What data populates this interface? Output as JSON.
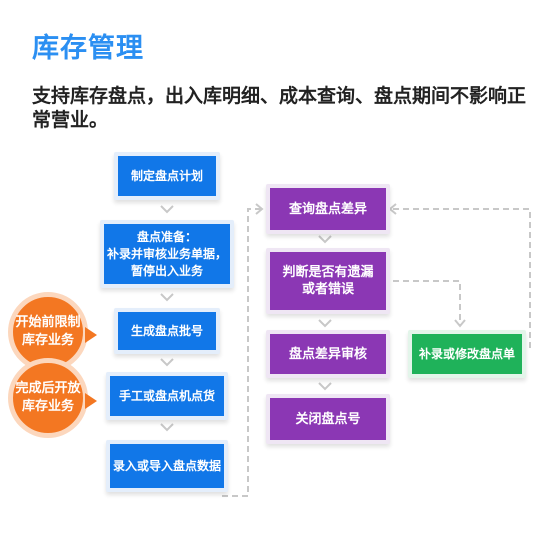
{
  "header": {
    "title": "库存管理",
    "description": "支持库存盘点，出入库明细、成本查询、盘点期间不影响正常营业。"
  },
  "left_flow": {
    "step1": "制定盘点计划",
    "step2_line1": "盘点准备：",
    "step2_line2": "补录并审核业务单据，",
    "step2_line3": "暂停出入业务",
    "step3": "生成盘点批号",
    "step4": "手工或盘点机点货",
    "step5": "录入或导入盘点数据"
  },
  "right_flow": {
    "step1": "查询盘点差异",
    "step2_line1": "判断是否有遗漏",
    "step2_line2": "或者错误",
    "step3": "盘点差异审核",
    "step4": "关闭盘点号"
  },
  "side_box": {
    "label": "补录或修改盘点单"
  },
  "callouts": {
    "before_line1": "开始前限制",
    "before_line2": "库存业务",
    "after_line1": "完成后开放",
    "after_line2": "库存业务"
  },
  "colors": {
    "title": "#2b8ff2",
    "left_boxes": "#1177e8",
    "right_boxes": "#8b37b4",
    "side_box": "#1fb25a",
    "callouts": "#f37722",
    "connectors": "#c8c8c8"
  }
}
